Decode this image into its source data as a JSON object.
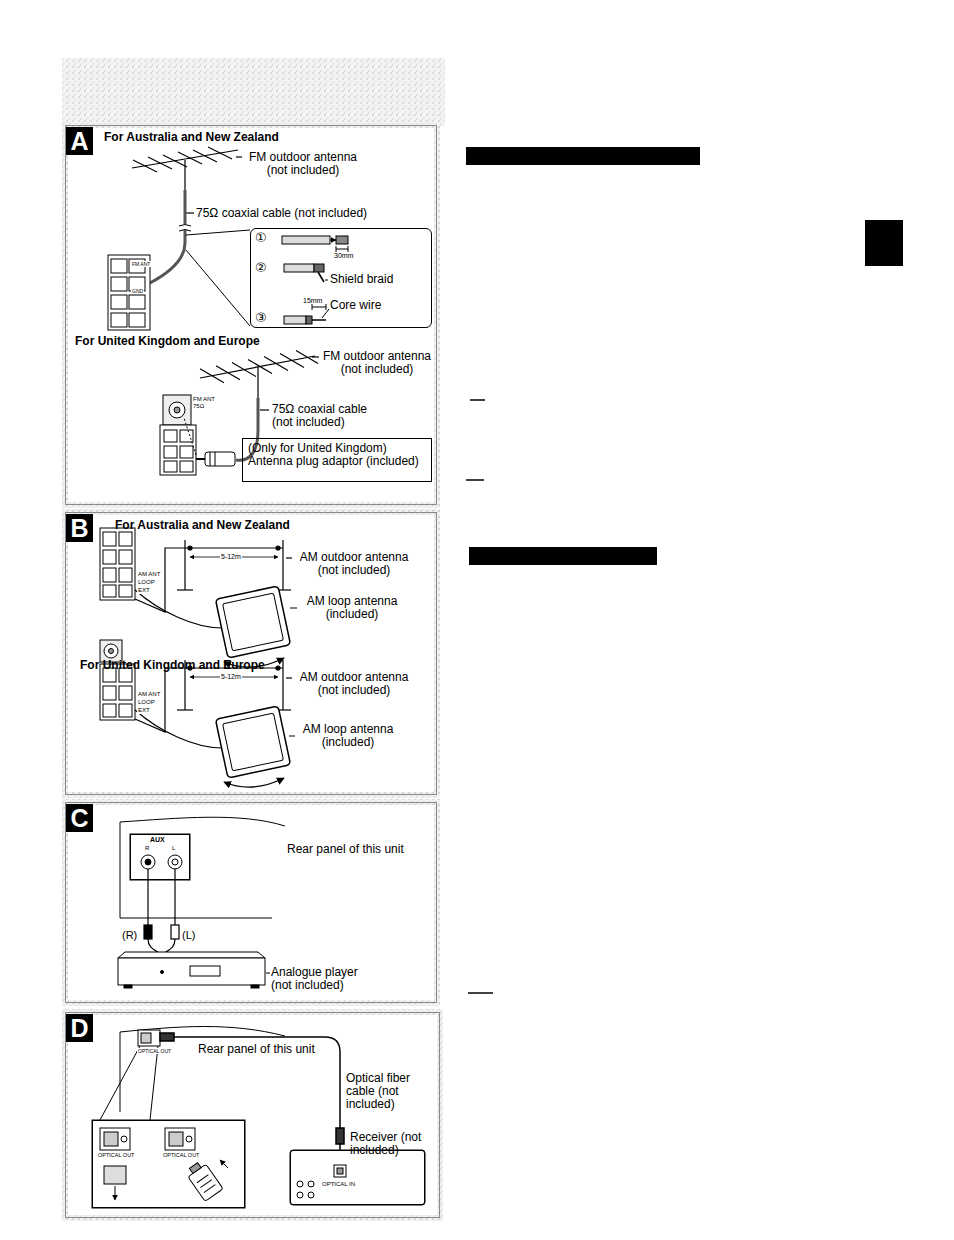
{
  "diagram": {
    "nodes": [
      {
        "text": [
          "A"
        ]
      },
      {
        "text": [
          "①",
          "30mm",
          "②",
          "Shield braid",
          "15mm",
          "Core wire",
          "③"
        ],
        "in": 0
      },
      {
        "text": [
          "(Only for United Kingdom) Antenna plug adaptor (included)"
        ],
        "in": 0
      },
      {
        "text": [
          "B"
        ]
      },
      {
        "text": [
          "C"
        ]
      },
      {
        "text": [
          "AUX"
        ],
        "in": 4
      },
      {
        "text": [
          "D"
        ]
      },
      {
        "text": [
          "OPTICAL OUT",
          "OPTICAL OUT"
        ],
        "in": 6
      },
      {
        "text": [
          "OPTICAL IN"
        ],
        "in": 6
      }
    ],
    "labels": [
      "For Australia and New Zealand",
      "FM outdoor antenna (not included)",
      "75Ω coaxial cable (not included)",
      "FM ANT",
      "GND",
      "For United Kingdom and Europe",
      "FM outdoor antenna (not included)",
      "75Ω coaxial cable (not included)",
      "FM ANT 75Ω",
      "For Australia and New Zealand",
      "5-12m",
      "AM outdoor antenna (not included)",
      "AM ANT",
      "LOOP",
      "EXT",
      "AM loop antenna (included)",
      "For United Kingdom and Europe",
      "5-12m",
      "AM outdoor antenna (not included)",
      "AM ANT",
      "LOOP",
      "EXT",
      "AM loop antenna (included)",
      "R",
      "L",
      "Rear panel of this unit",
      "(R)",
      "(L)",
      "Analogue player (not included)",
      "Rear panel of this unit",
      "OPTICAL OUT",
      "Optical fiber cable (not included)",
      "Receiver (not included)"
    ]
  }
}
